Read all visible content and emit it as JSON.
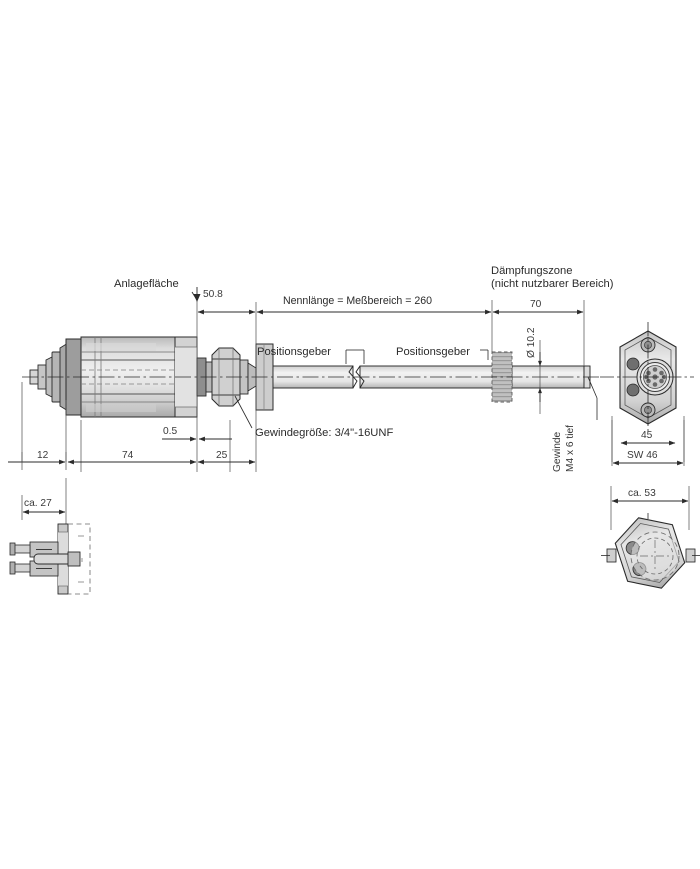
{
  "drawing": {
    "title": "Linear position sensor dimensional drawing",
    "language": "de",
    "colors": {
      "line": "#2b2b2b",
      "thin_line": "#555555",
      "fill_light": "#e9e9e9",
      "fill_mid": "#c9c9c9",
      "fill_dark": "#a8a8a8",
      "fill_darker": "#8c8c8c",
      "background": "#ffffff",
      "text": "#2b2b2b"
    }
  },
  "labels": {
    "anlageflaeche": "Anlagefläche",
    "daempfungszone_line1": "Dämpfungszone",
    "daempfungszone_line2": "(nicht nutzbarer Bereich)",
    "nennlaenge": "Nennlänge = Meßbereich = 260",
    "positionsgeber_1": "Positionsgeber",
    "positionsgeber_2": "Positionsgeber",
    "gewindegroesse": "Gewindegröße:  3/4\"-16UNF",
    "gewinde_line1": "Gewinde",
    "gewinde_line2": "M4 x 6 tief",
    "durchmesser_10_2": "Ø 10.2"
  },
  "dimensions": {
    "d_50_8": "50.8",
    "d_70": "70",
    "d_0_5": "0.5",
    "d_25": "25",
    "d_74": "74",
    "d_12": "12",
    "d_ca_27": "ca. 27",
    "d_45": "45",
    "d_sw46": "SW 46",
    "d_ca_53": "ca. 53"
  },
  "views": {
    "main_side": "Main side elevation view",
    "connector_front": "Hex connector front view",
    "mounting_side": "Mounting flange side view",
    "connector_angled": "Angled connector view"
  }
}
